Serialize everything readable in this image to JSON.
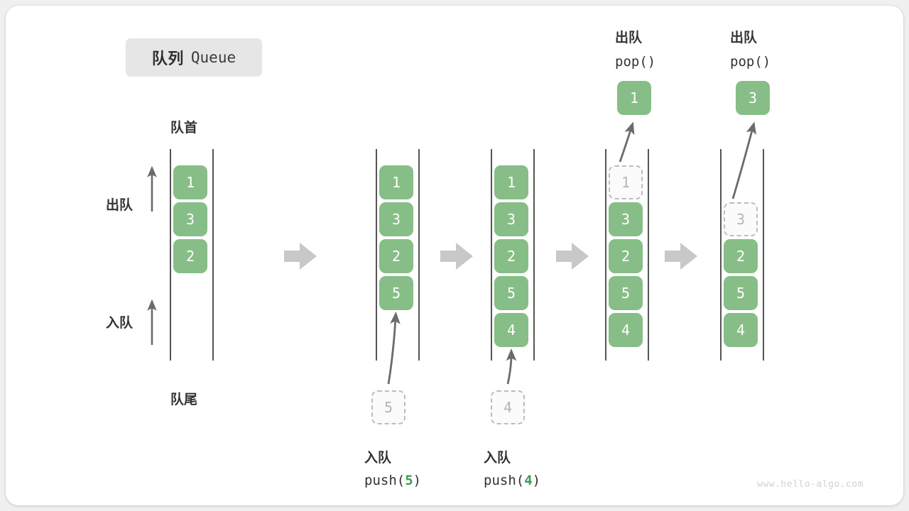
{
  "title": {
    "cn": "队列",
    "en": "Queue"
  },
  "labels": {
    "head": "队首",
    "tail": "队尾",
    "dequeue": "出队",
    "enqueue": "入队",
    "pop_cn": "出队",
    "pop_code": "pop()",
    "push_cn": "入队",
    "push5_pre": "push(",
    "push5_val": "5",
    "push5_post": ")",
    "push4_pre": "push(",
    "push4_val": "4",
    "push4_post": ")"
  },
  "colors": {
    "cell_green": "#87be87",
    "cell_text": "#ffffff",
    "ghost_border": "#bdbdbd",
    "ghost_text": "#b5b5b5",
    "rail": "#555555",
    "arrow_gray": "#a8a8a8",
    "thin_arrow": "#6b6b6b",
    "badge_bg": "#e6e6e6",
    "text_dark": "#333333",
    "highlight_green": "#3f9a54",
    "watermark": "#d2d2d2"
  },
  "columns": [
    {
      "name": "initial",
      "cells": [
        {
          "v": "1",
          "ghost": false
        },
        {
          "v": "3",
          "ghost": false
        },
        {
          "v": "2",
          "ghost": false
        }
      ]
    },
    {
      "name": "after-push-5",
      "cells": [
        {
          "v": "1",
          "ghost": false
        },
        {
          "v": "3",
          "ghost": false
        },
        {
          "v": "2",
          "ghost": false
        },
        {
          "v": "5",
          "ghost": false
        }
      ]
    },
    {
      "name": "after-push-4",
      "cells": [
        {
          "v": "1",
          "ghost": false
        },
        {
          "v": "3",
          "ghost": false
        },
        {
          "v": "2",
          "ghost": false
        },
        {
          "v": "5",
          "ghost": false
        },
        {
          "v": "4",
          "ghost": false
        }
      ]
    },
    {
      "name": "popping-1",
      "cells": [
        {
          "v": "1",
          "ghost": true
        },
        {
          "v": "3",
          "ghost": false
        },
        {
          "v": "2",
          "ghost": false
        },
        {
          "v": "5",
          "ghost": false
        },
        {
          "v": "4",
          "ghost": false
        }
      ]
    },
    {
      "name": "popping-3",
      "cells": [
        {
          "v": "",
          "ghost": null
        },
        {
          "v": "3",
          "ghost": true
        },
        {
          "v": "2",
          "ghost": false
        },
        {
          "v": "5",
          "ghost": false
        },
        {
          "v": "4",
          "ghost": false
        }
      ]
    }
  ],
  "push_inputs": [
    {
      "col": "after-push-5",
      "value": "5"
    },
    {
      "col": "after-push-4",
      "value": "4"
    }
  ],
  "pop_outputs": [
    {
      "col": "popping-1",
      "value": "1"
    },
    {
      "col": "popping-3",
      "value": "3"
    }
  ],
  "watermark": "www.hello-algo.com"
}
